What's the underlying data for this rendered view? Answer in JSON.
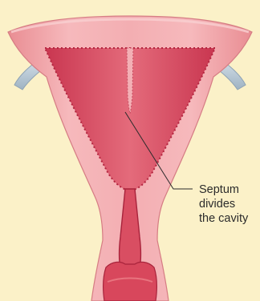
{
  "annotation": {
    "line1": "Septum",
    "line2": "divides",
    "line3": "the cavity"
  },
  "colors": {
    "background": "#fbf1c8",
    "uterus_wall": "#efa0a4",
    "cavity": "#d94e62",
    "cavity_border": "#b3253f",
    "septum": "#f3b0b5",
    "tube": "#b9cad6",
    "leader_line": "#2b2b2b"
  }
}
